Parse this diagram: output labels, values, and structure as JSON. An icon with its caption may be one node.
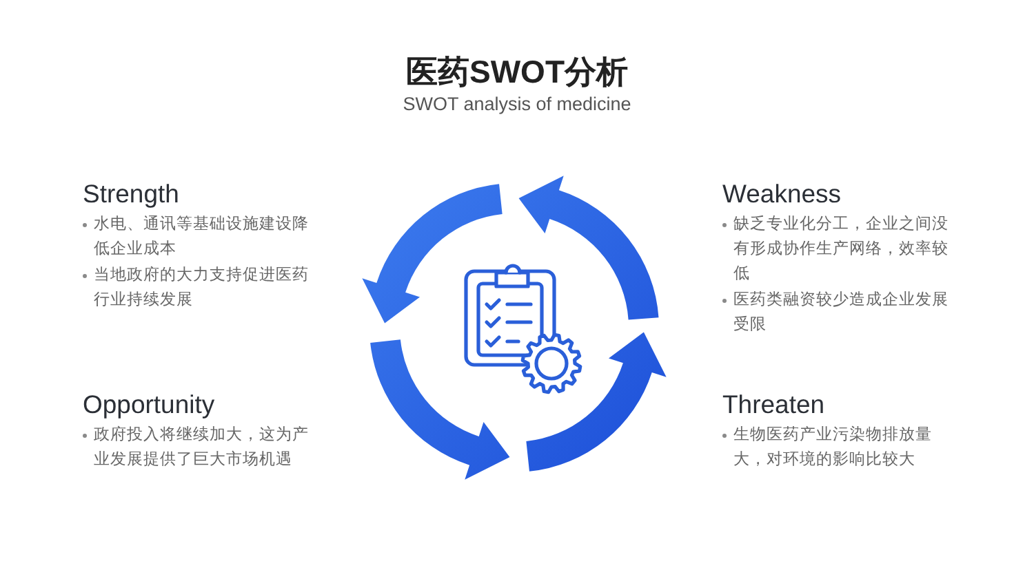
{
  "diagram": {
    "title": "医药SWOT分析",
    "labels": [
      "SWOT analysis of medicine",
      "Strength",
      "水电、通讯等基础设施建设降低企业成本",
      "当地政府的大力支持促进医药行业持续发展",
      "Weakness",
      "缺乏专业化分工，企业之间没有形成协作生产网络，效率较低",
      "医药类融资较少造成企业发展受限",
      "Opportunity",
      "政府投入将继续加大，这为产业发展提供了巨大市场机遇",
      "Threaten",
      "生物医药产业污染物排放量大，对环境的影响比较大"
    ]
  }
}
